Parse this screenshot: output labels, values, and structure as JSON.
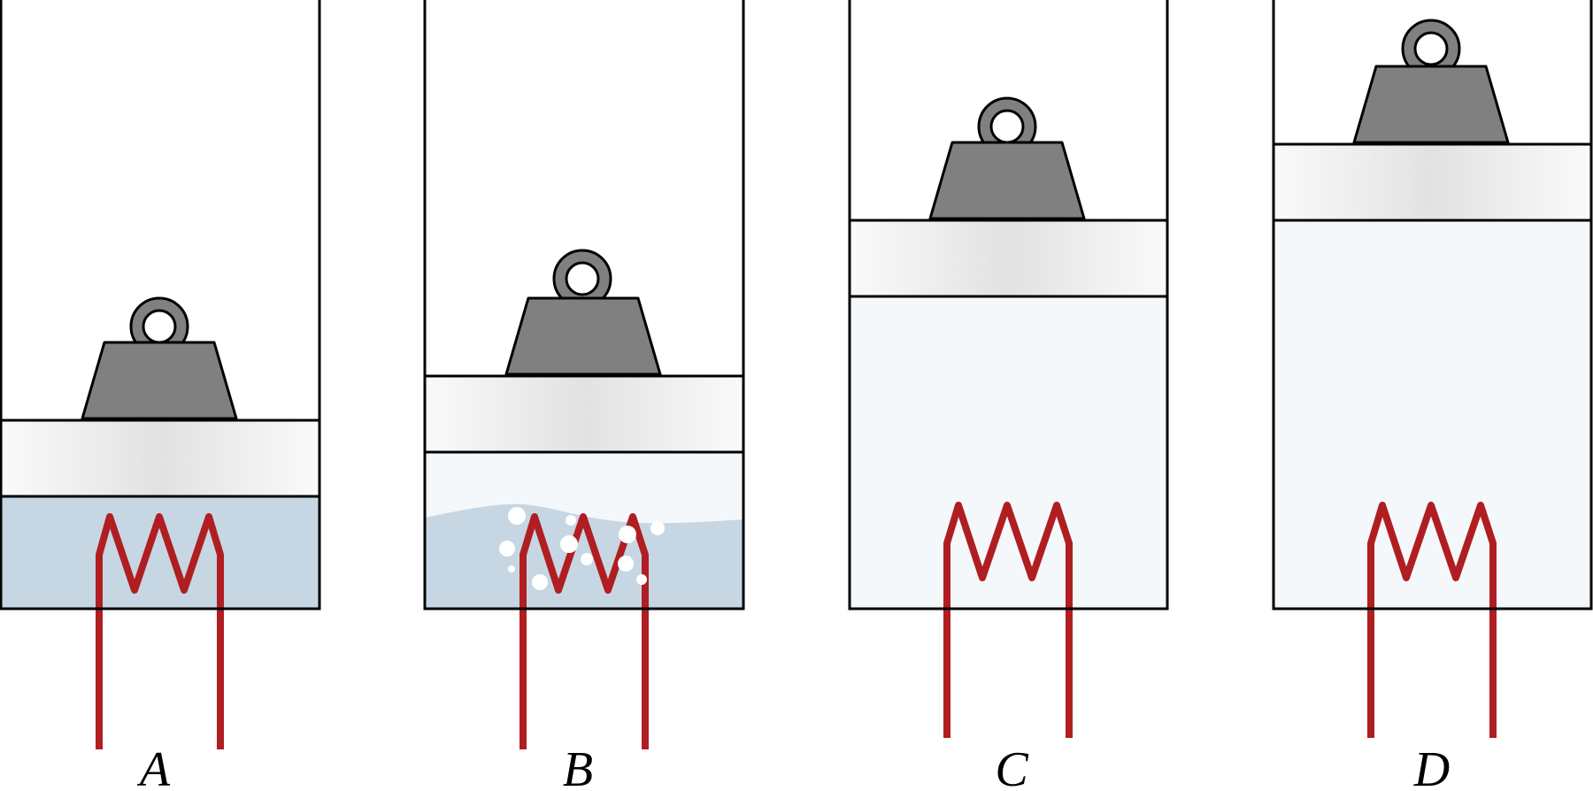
{
  "colors": {
    "liquid": "#c6d7e3",
    "gas": "#f4f8fb",
    "coil": "#b01e22",
    "mass": "#808080",
    "bubble": "#ffffff"
  },
  "panels": [
    {
      "label": "A",
      "contents": "liquid",
      "bubbles": false
    },
    {
      "label": "B",
      "contents": "liquid-and-gas",
      "bubbles": true
    },
    {
      "label": "C",
      "contents": "gas",
      "bubbles": false
    },
    {
      "label": "D",
      "contents": "gas",
      "bubbles": false
    }
  ]
}
